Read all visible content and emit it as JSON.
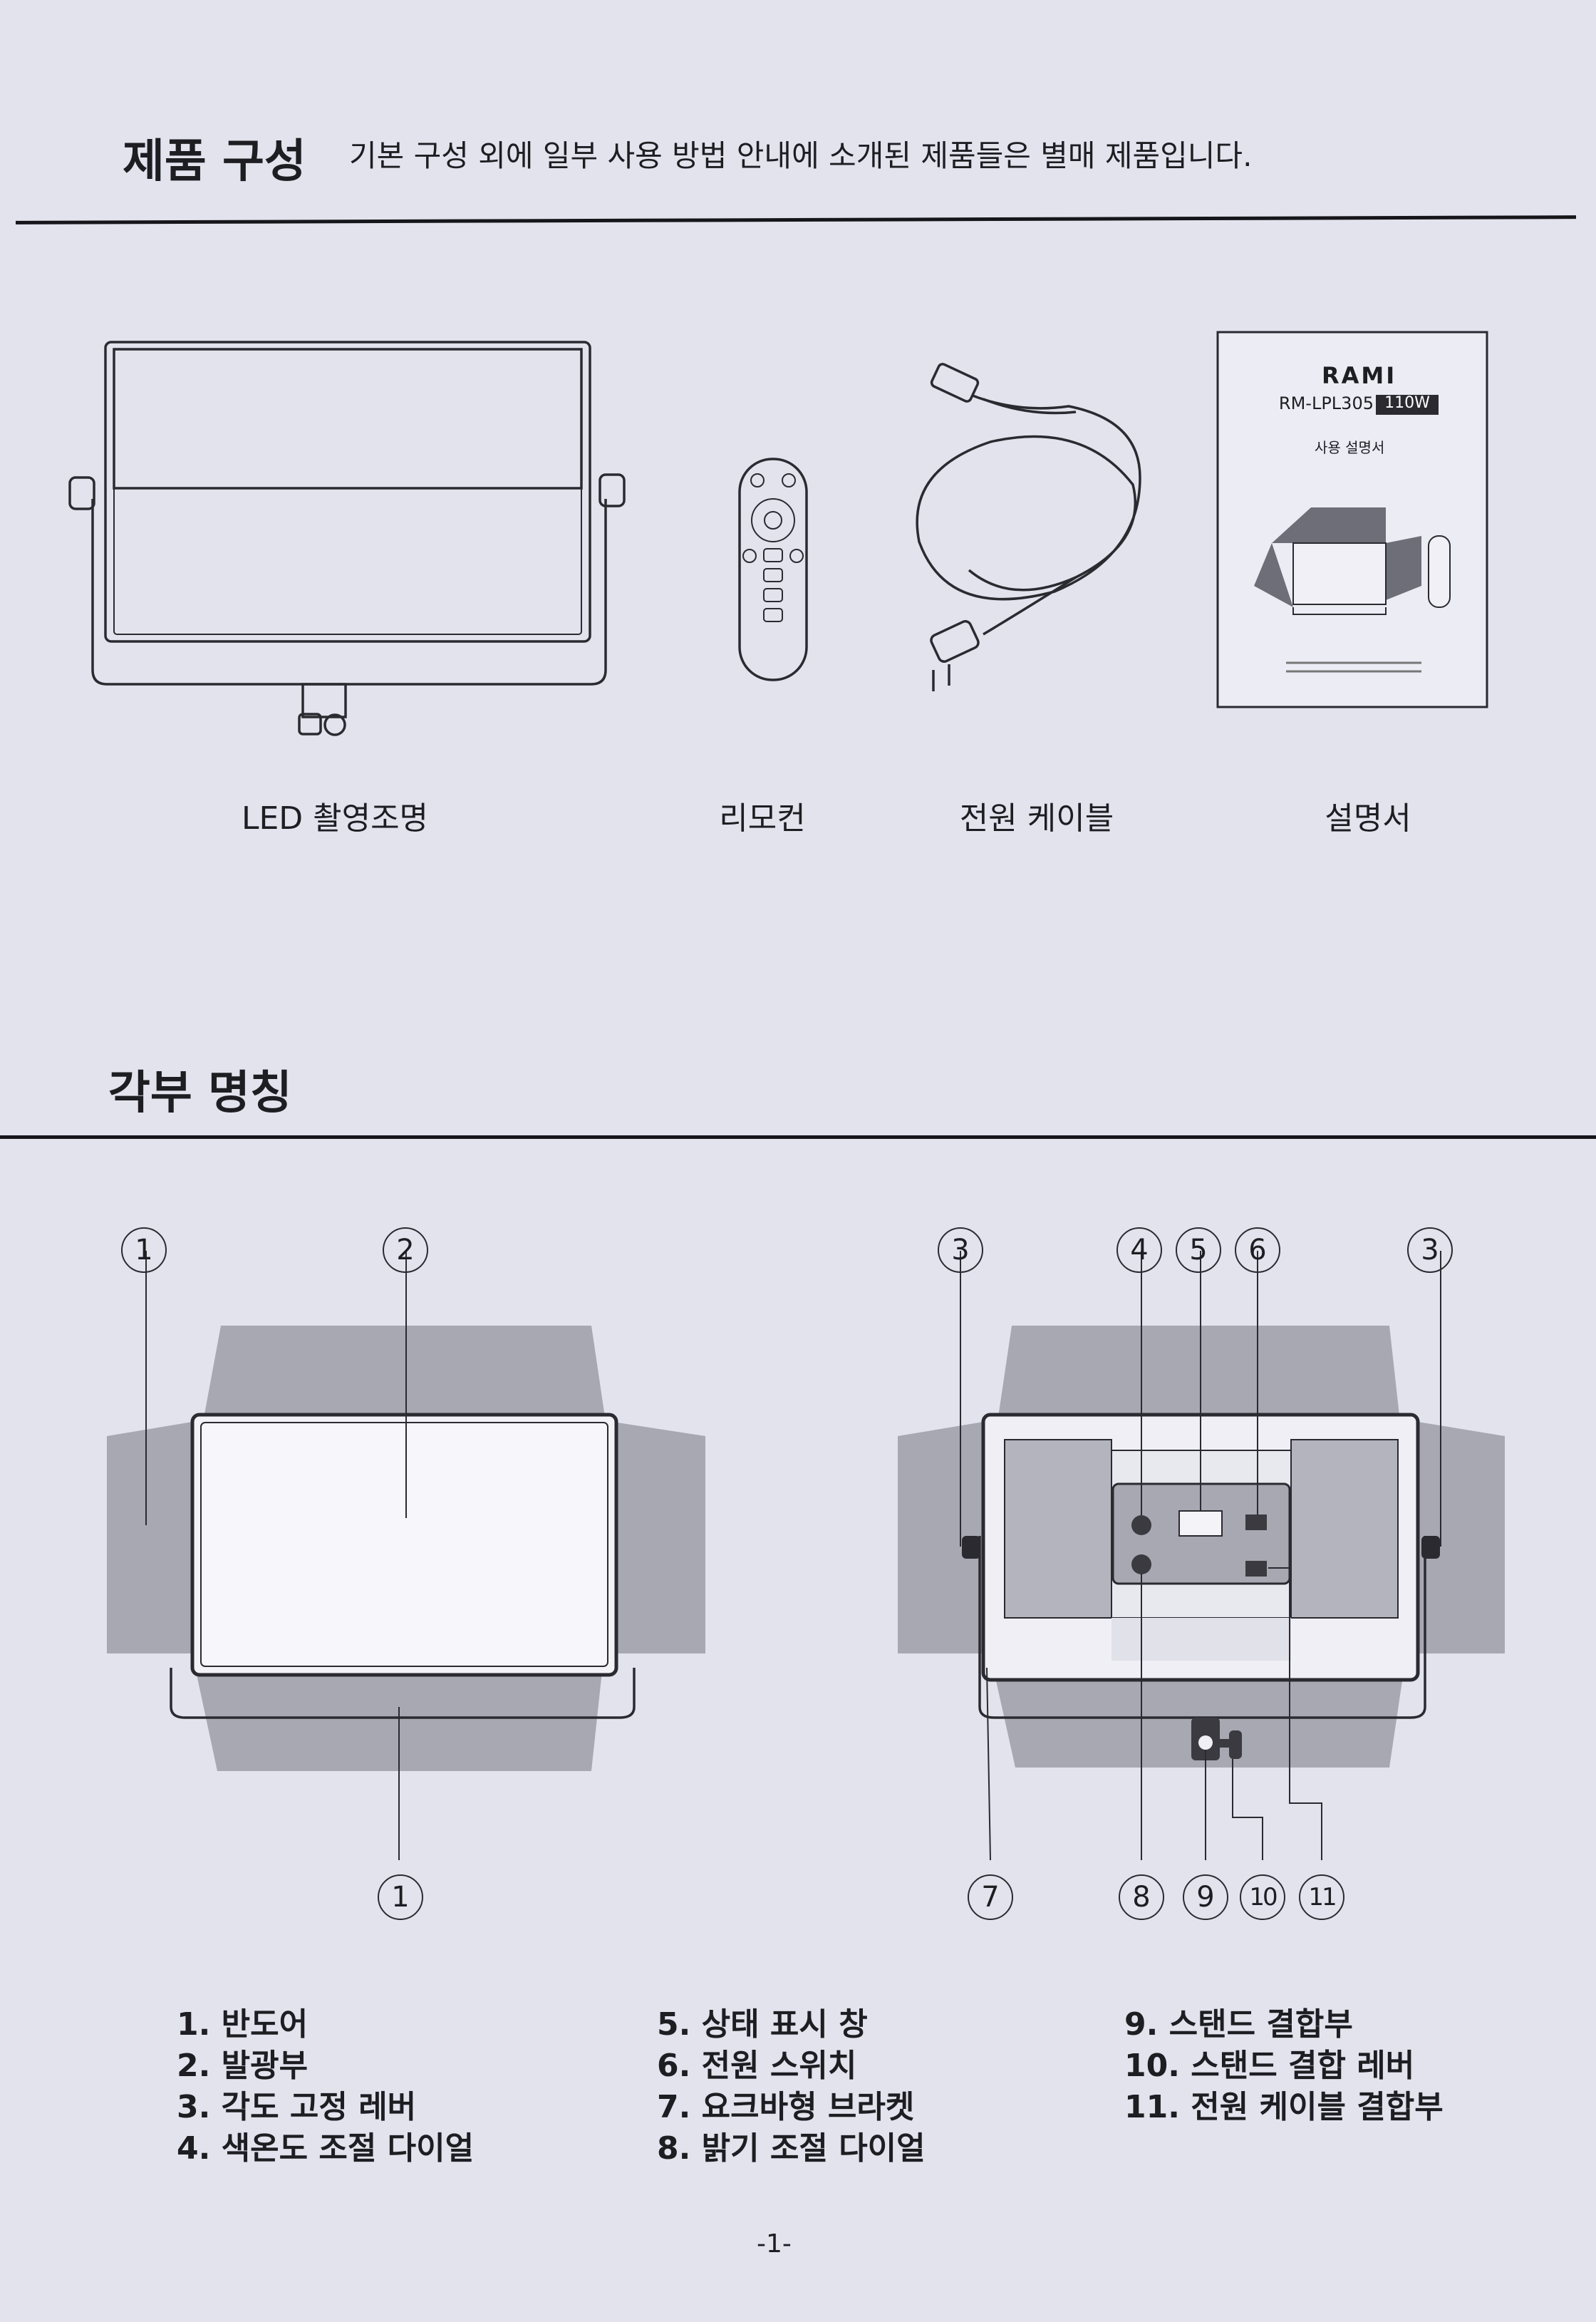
{
  "components": {
    "title": "제품 구성",
    "note": "기본 구성 외에 일부 사용 방법 안내에 소개된 제품들은 별매 제품입니다.",
    "items": [
      {
        "label": "LED 촬영조명"
      },
      {
        "label": "리모컨"
      },
      {
        "label": "전원 케이블"
      },
      {
        "label": "설명서"
      }
    ],
    "manual": {
      "brand": "RAMI",
      "model": "RM-LPL305",
      "power": "110W",
      "doc_title": "사용 설명서"
    }
  },
  "parts": {
    "title": "각부 명칭",
    "callouts": {
      "c1": "1",
      "c2": "2",
      "c3": "3",
      "c4": "4",
      "c5": "5",
      "c6": "6",
      "c7": "7",
      "c8": "8",
      "c9": "9",
      "c10": "10",
      "c11": "11"
    },
    "list_col1": [
      "1. 반도어",
      "2. 발광부",
      "3. 각도 고정 레버",
      "4. 색온도 조절 다이얼"
    ],
    "list_col2": [
      "5. 상태 표시 창",
      "6. 전원 스위치",
      "7. 요크바형 브라켓",
      "8. 밝기 조절 다이얼"
    ],
    "list_col3": [
      "9. 스탠드 결합부",
      "10. 스탠드 결합 레버",
      "11. 전원 케이블 결합부"
    ]
  },
  "page_number": "-1-",
  "colors": {
    "paper": "#e3e3ee",
    "ink": "#1d1d22",
    "door_gray": "#a7a8b2"
  }
}
